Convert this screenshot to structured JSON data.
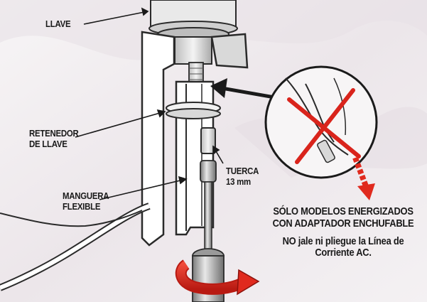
{
  "labels": {
    "faucet": "LLAVE",
    "faucet_retainer_line1": "RETENEDOR",
    "faucet_retainer_line2": "DE LLAVE",
    "nut_line1": "TUERCA",
    "nut_line2": "13 mm",
    "hose_line1": "MANGUERA",
    "hose_line2": "FLEXIBLE"
  },
  "warning": {
    "line1": "SÓLO MODELOS ENERGIZADOS",
    "line2": "CON ADAPTADOR ENCHUFABLE",
    "line3": "NO jale ni pliegue la Línea de",
    "line4": "Corriente AC."
  },
  "colors": {
    "background": "#f3f0f2",
    "ink": "#1a1a1a",
    "prohibition_red": "#d9241c",
    "arrow_red": "#e02a1e",
    "metal_light": "#e6e6e6",
    "metal_dark": "#8c8c8c"
  }
}
